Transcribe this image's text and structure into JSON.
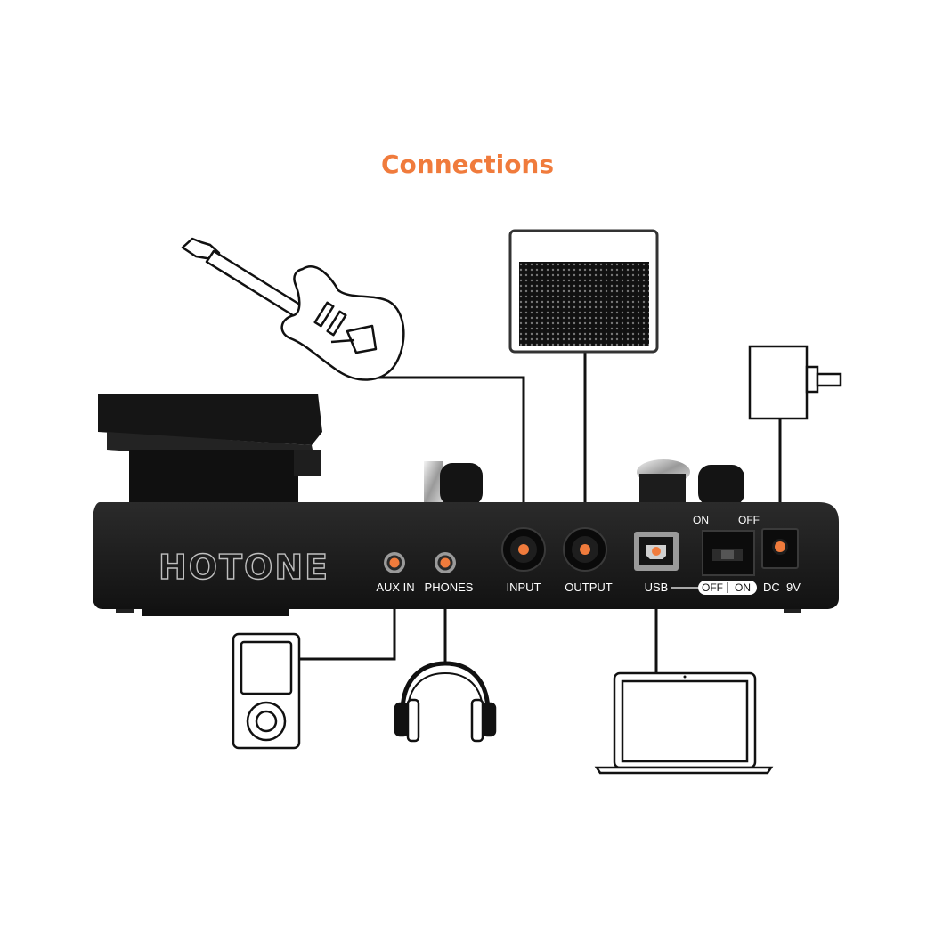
{
  "title": "Connections",
  "brand": "HOTONE",
  "ports": {
    "aux_in": "AUX IN",
    "phones": "PHONES",
    "input": "INPUT",
    "output": "OUTPUT",
    "usb": "USB",
    "dc": "DC  9V"
  },
  "power_switch": {
    "on_label": "ON",
    "off_label": "OFF"
  },
  "usb_switch": {
    "off_label": "OFF",
    "on_label": "ON"
  },
  "devices": [
    {
      "name": "guitar-icon",
      "connects_to": "INPUT"
    },
    {
      "name": "amplifier-cabinet-icon",
      "connects_to": "OUTPUT"
    },
    {
      "name": "power-adapter-icon",
      "connects_to": "DC  9V"
    },
    {
      "name": "media-player-icon",
      "connects_to": "AUX IN"
    },
    {
      "name": "headphones-icon",
      "connects_to": "PHONES"
    },
    {
      "name": "laptop-icon",
      "connects_to": "USB"
    }
  ],
  "colors": {
    "accent": "#f07b3c",
    "device_body": "#1b1b1b",
    "line": "#111111"
  }
}
